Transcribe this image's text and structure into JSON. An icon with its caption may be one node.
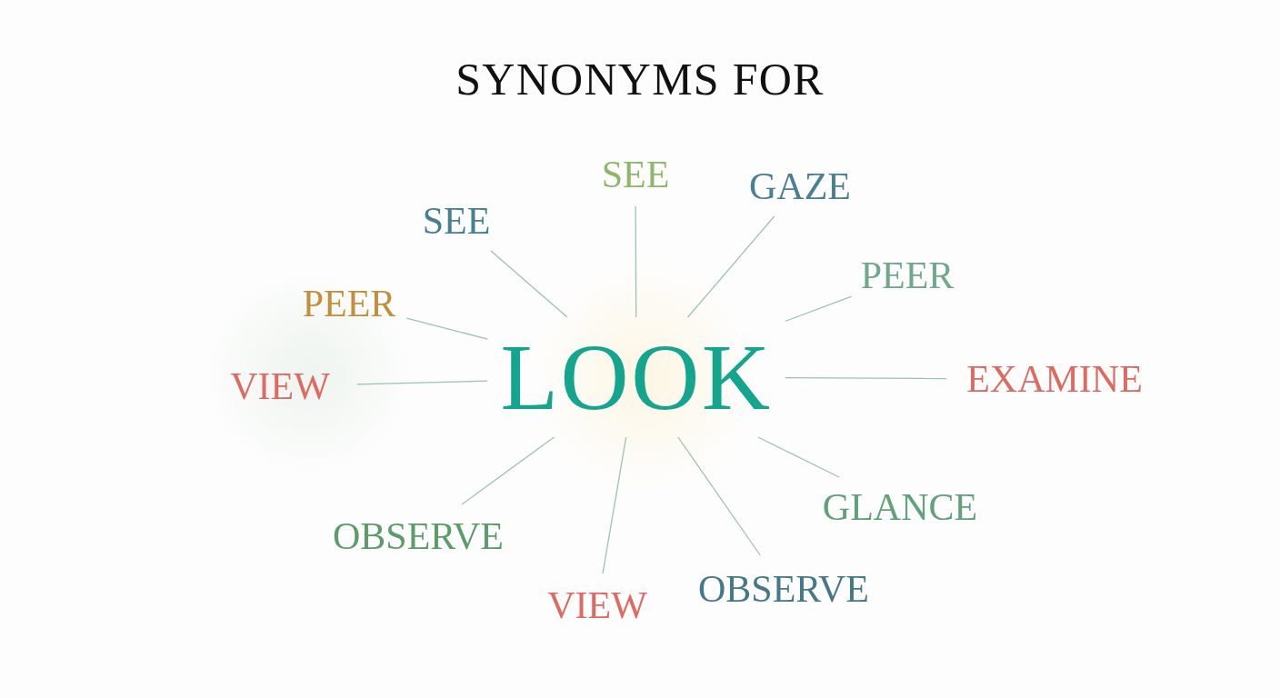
{
  "diagram": {
    "title": "SYNONYMS FOR",
    "nodes": [
      {
        "text": [
          "LOOK"
        ]
      },
      {
        "text": [
          "SEE"
        ]
      },
      {
        "text": [
          "GAZE"
        ]
      },
      {
        "text": [
          "SEE"
        ]
      },
      {
        "text": [
          "PEER"
        ]
      },
      {
        "text": [
          "PEER"
        ]
      },
      {
        "text": [
          "VIEW"
        ]
      },
      {
        "text": [
          "EXAMINE"
        ]
      },
      {
        "text": [
          "GLANCE"
        ]
      },
      {
        "text": [
          "OBSERVE"
        ]
      },
      {
        "text": [
          "OBSERVE"
        ]
      },
      {
        "text": [
          "VIEW"
        ]
      }
    ],
    "edges": [
      {
        "from": 0,
        "to": 1,
        "arrow": "none"
      },
      {
        "from": 0,
        "to": 2,
        "arrow": "none"
      },
      {
        "from": 0,
        "to": 3,
        "arrow": "none"
      },
      {
        "from": 0,
        "to": 4,
        "arrow": "none"
      },
      {
        "from": 0,
        "to": 5,
        "arrow": "none"
      },
      {
        "from": 0,
        "to": 6,
        "arrow": "none"
      },
      {
        "from": 0,
        "to": 7,
        "arrow": "none"
      },
      {
        "from": 0,
        "to": 8,
        "arrow": "none"
      },
      {
        "from": 0,
        "to": 9,
        "arrow": "none"
      },
      {
        "from": 0,
        "to": 10,
        "arrow": "none"
      },
      {
        "from": 0,
        "to": 11,
        "arrow": "none"
      }
    ]
  }
}
